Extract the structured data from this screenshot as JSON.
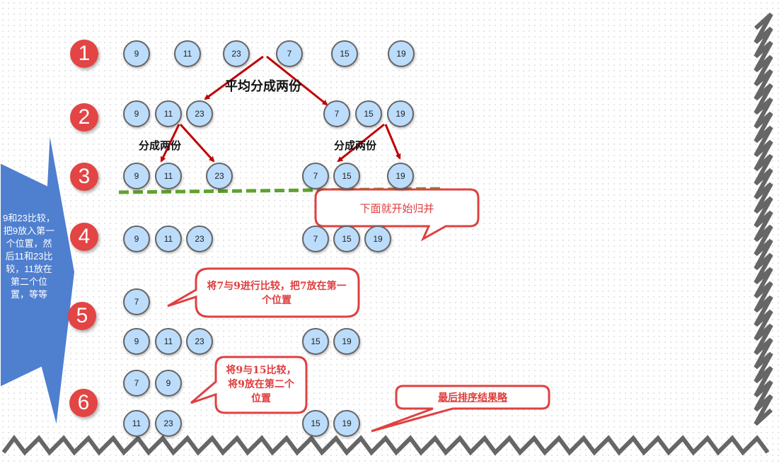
{
  "steps": [
    "1",
    "2",
    "3",
    "4",
    "5",
    "6"
  ],
  "rows": {
    "r1": [
      "9",
      "11",
      "23",
      "7",
      "15",
      "19"
    ],
    "r2": [
      "9",
      "11",
      "23",
      "7",
      "15",
      "19"
    ],
    "r3": [
      "9",
      "11",
      "23",
      "7",
      "15",
      "19"
    ],
    "r4": [
      "9",
      "11",
      "23",
      "7",
      "15",
      "19"
    ],
    "r5a": [
      "7"
    ],
    "r5b": [
      "9",
      "11",
      "23",
      "15",
      "19"
    ],
    "r6a": [
      "7",
      "9"
    ],
    "r6b": [
      "11",
      "23",
      "15",
      "19"
    ]
  },
  "labels": {
    "split_even": "平均分成两份",
    "split_left": "分成两份",
    "split_right": "分成两份"
  },
  "callouts": {
    "merge_start": "下面就开始归并",
    "compare_7_9": "将7与9进行比较，把7放在第一个位置",
    "compare_9_15": "将9与15比较，将9放在第二个位置",
    "final": "最后排序结果略"
  },
  "side_note": "9和23比较，把9放入第一个位置，然后11和23比较，11放在第二个位置，等等",
  "colors": {
    "node": "#bcdcfb",
    "badge": "#e34444",
    "arrow": "#c00000",
    "dash": "#5fa22d",
    "side": "#4f7fcf",
    "callout": "#e04040"
  }
}
